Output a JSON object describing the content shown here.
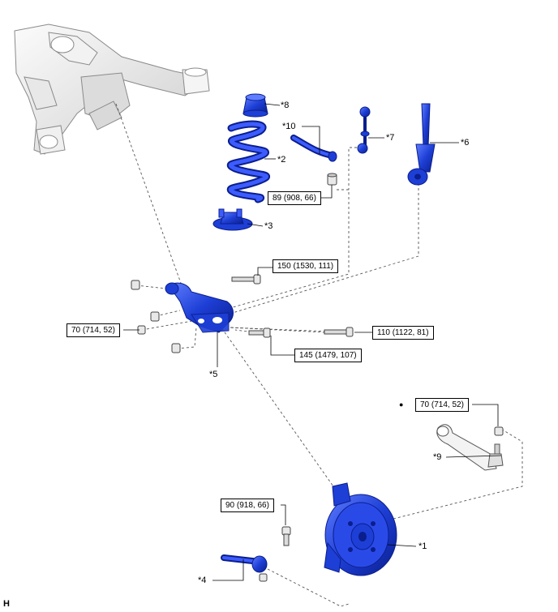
{
  "colors": {
    "part_blue": "#1e3fd6",
    "part_blue_dark": "#0a1e8c",
    "part_blue_light": "#5f7dff",
    "frame_gray": "#e6e6e6",
    "frame_outline": "#8a8a8a"
  },
  "callouts": {
    "c1": "*1",
    "c2": "*2",
    "c3": "*3",
    "c4": "*4",
    "c5": "*5",
    "c6": "*6",
    "c7": "*7",
    "c8": "*8",
    "c9": "*9",
    "c10": "*10"
  },
  "torques": {
    "t_stabilizer_link_nut": "89 (908, 66)",
    "t_upper_bolt": "150 (1530, 111)",
    "t_left_nut": "70 (714, 52)",
    "t_right_bolt": "110 (1122, 81)",
    "t_lower_bolt": "145 (1479, 107)",
    "t_arm_nut": "70 (714, 52)",
    "t_bracket_bolt": "90 (918, 66)"
  },
  "marks": {
    "bullet": "●"
  },
  "figure_code": "H"
}
